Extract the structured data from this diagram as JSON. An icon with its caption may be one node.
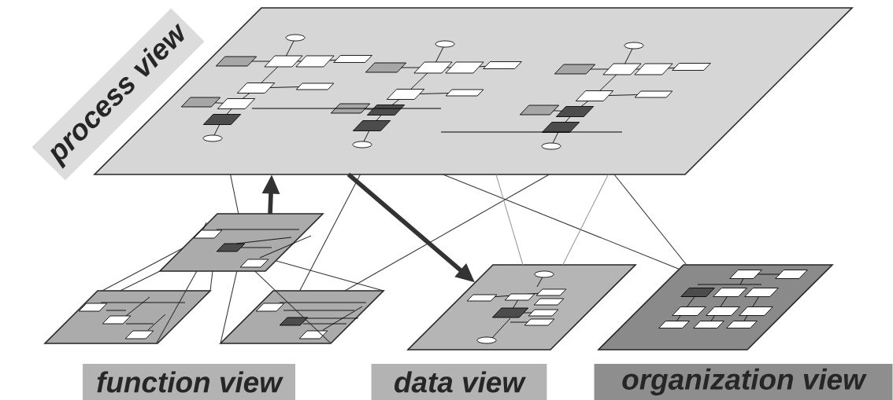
{
  "diagram": {
    "nodes": [
      {
        "text": [
          "process view"
        ]
      },
      {
        "text": [],
        "shape": "parallelogram"
      },
      {
        "text": [],
        "shape": "parallelogram"
      },
      {
        "text": [],
        "shape": "parallelogram"
      },
      {
        "text": [],
        "shape": "parallelogram"
      },
      {
        "text": [],
        "shape": "parallelogram"
      },
      {
        "text": [],
        "shape": "parallelogram"
      },
      {
        "text": [
          "function view"
        ]
      },
      {
        "text": [
          "data view"
        ]
      },
      {
        "text": [
          "organization view"
        ]
      }
    ],
    "edges": [
      {
        "from": 2,
        "to": 1,
        "arrow": "to",
        "style": "thick"
      },
      {
        "from": 1,
        "to": 5,
        "arrow": "to",
        "style": "thick"
      },
      {
        "from": 1,
        "to": 2,
        "arrow": "none"
      },
      {
        "from": 1,
        "to": 4,
        "arrow": "none"
      },
      {
        "from": 1,
        "to": 4,
        "arrow": "none"
      },
      {
        "from": 1,
        "to": 6,
        "arrow": "none"
      },
      {
        "from": 1,
        "to": 6,
        "arrow": "none"
      },
      {
        "from": 1,
        "to": 5,
        "arrow": "none",
        "color": "#999999"
      },
      {
        "from": 1,
        "to": 5,
        "arrow": "none",
        "color": "#999999"
      },
      {
        "from": 2,
        "to": 3,
        "arrow": "none"
      },
      {
        "from": 2,
        "to": 3,
        "arrow": "none"
      },
      {
        "from": 2,
        "to": 3,
        "arrow": "none"
      },
      {
        "from": 2,
        "to": 3,
        "arrow": "none"
      },
      {
        "from": 2,
        "to": 4,
        "arrow": "none"
      },
      {
        "from": 2,
        "to": 4,
        "arrow": "none"
      },
      {
        "from": 2,
        "to": 4,
        "arrow": "none"
      }
    ]
  }
}
